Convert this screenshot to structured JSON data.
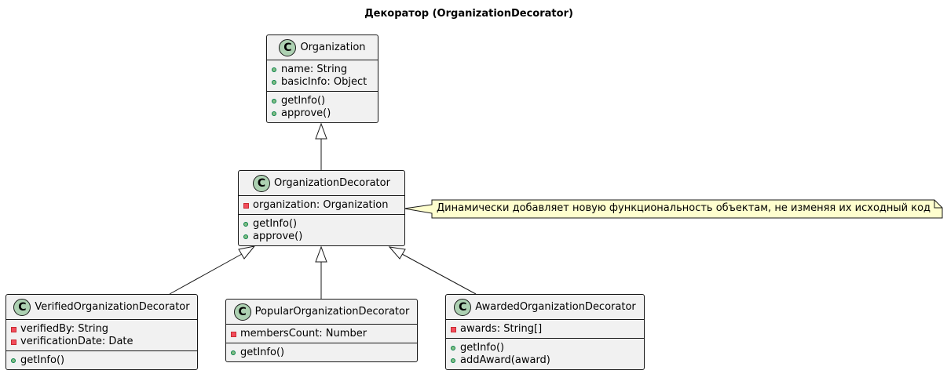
{
  "title": "Декоратор (OrganizationDecorator)",
  "colors": {
    "class_bg": "#f1f1f1",
    "class_badge": "#add1b2",
    "note_bg": "#fefece",
    "line": "#181818"
  },
  "classes": {
    "organization": {
      "name": "Organization",
      "stereotype": "C",
      "attributes": [
        {
          "vis": "public",
          "text": "name: String"
        },
        {
          "vis": "public",
          "text": "basicInfo: Object"
        }
      ],
      "methods": [
        {
          "vis": "public",
          "text": "getInfo()"
        },
        {
          "vis": "public",
          "text": "approve()"
        }
      ]
    },
    "decorator": {
      "name": "OrganizationDecorator",
      "stereotype": "C",
      "attributes": [
        {
          "vis": "private",
          "text": "organization: Organization"
        }
      ],
      "methods": [
        {
          "vis": "public",
          "text": "getInfo()"
        },
        {
          "vis": "public",
          "text": "approve()"
        }
      ]
    },
    "verified": {
      "name": "VerifiedOrganizationDecorator",
      "stereotype": "C",
      "attributes": [
        {
          "vis": "private",
          "text": "verifiedBy: String"
        },
        {
          "vis": "private",
          "text": "verificationDate: Date"
        }
      ],
      "methods": [
        {
          "vis": "public",
          "text": "getInfo()"
        }
      ]
    },
    "popular": {
      "name": "PopularOrganizationDecorator",
      "stereotype": "C",
      "attributes": [
        {
          "vis": "private",
          "text": "membersCount: Number"
        }
      ],
      "methods": [
        {
          "vis": "public",
          "text": "getInfo()"
        }
      ]
    },
    "awarded": {
      "name": "AwardedOrganizationDecorator",
      "stereotype": "C",
      "attributes": [
        {
          "vis": "private",
          "text": "awards: String[]"
        }
      ],
      "methods": [
        {
          "vis": "public",
          "text": "getInfo()"
        },
        {
          "vis": "public",
          "text": "addAward(award)"
        }
      ]
    }
  },
  "note": {
    "text": "Динамически добавляет новую функциональность объектам, не изменяя их исходный код"
  }
}
